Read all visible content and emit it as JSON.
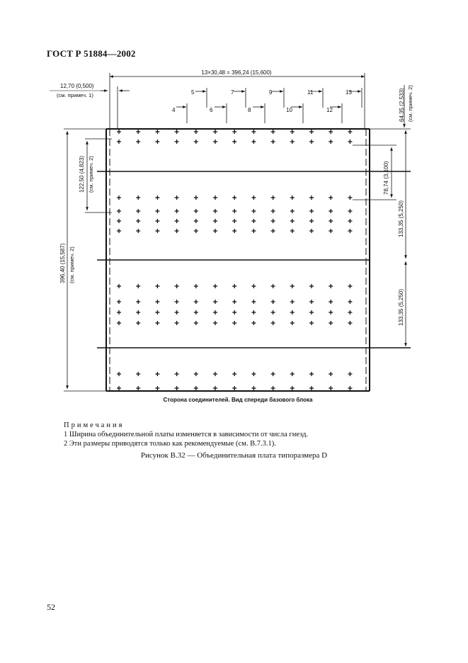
{
  "header": {
    "standard": "ГОСТ Р 51884—2002"
  },
  "figure": {
    "top_dimension": "13×30,48 = 396,24 (15,600)",
    "left_dim_value": "12,70 (0,500)",
    "left_dim_note": "(см. примеч. 1)",
    "right_dim_value": "64,35 (2,533)",
    "right_dim_note": "(см. примеч. 2)",
    "slot_numbers_top": [
      "5",
      "7",
      "9",
      "11",
      "13"
    ],
    "slot_numbers_bottom": [
      "4",
      "6",
      "8",
      "10",
      "12"
    ],
    "dim_122": "122,50 (4,823)",
    "dim_122_note": "(см. примеч. 2)",
    "dim_396": "396,40 (15,587)",
    "dim_396_note": "(см. примеч. 2)",
    "dim_78": "78,74 (3,100)",
    "dim_133a": "133,35 (5,250)",
    "dim_133b": "133,35 (5,250)",
    "bottom_label": "Сторона соединителей. Вид спереди базового блока"
  },
  "notes": {
    "title": "Примечания",
    "items": [
      "1 Ширина объединительной платы изменяется в зависимости от числа гнезд.",
      "2 Эти размеры приводятся только как рекомендуемые (см. В.7.3.1)."
    ]
  },
  "caption": "Рисунок В.32 — Объединительная плата типоразмера D",
  "page_number": "52"
}
